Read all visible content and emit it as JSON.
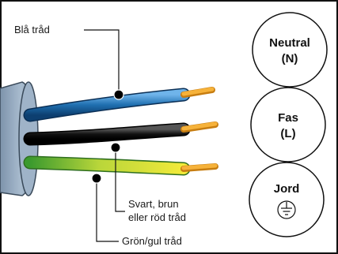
{
  "labels": {
    "blue_wire": "Blå tråd",
    "black_wire_line1": "Svart, brun",
    "black_wire_line2": "eller röd tråd",
    "green_yellow_wire": "Grön/gul tråd"
  },
  "terminals": {
    "neutral_line1": "Neutral",
    "neutral_line2": "(N)",
    "phase_line1": "Fas",
    "phase_line2": "(L)",
    "earth_line1": "Jord"
  },
  "colors": {
    "blue_wire": "#1f6fb0",
    "black_wire": "#111111",
    "green_yellow_wire": "#b9d63a",
    "copper": "#f0a428",
    "cable_jacket": "#8fa6be",
    "frame": "#111111"
  }
}
